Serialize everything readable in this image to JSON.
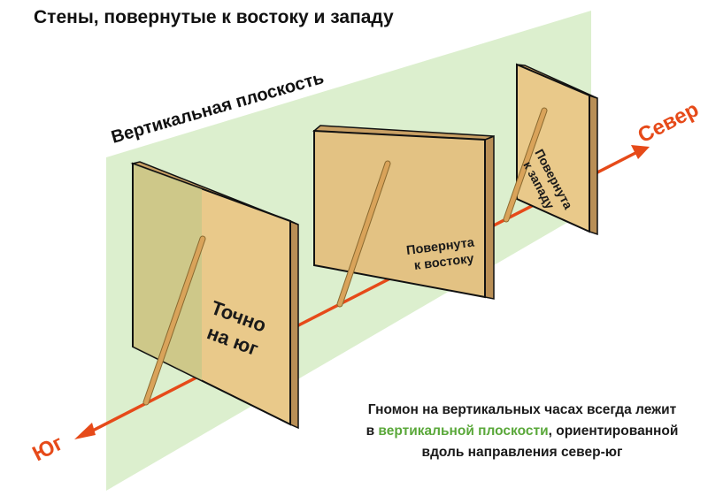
{
  "title": "Стены, повернутые к востоку и западу",
  "plane_label": "Вертикальная плоскость",
  "north_label": "Север",
  "south_label": "Юг",
  "wall_south": {
    "line1": "Точно",
    "line2": "на юг"
  },
  "wall_east": {
    "line1": "Повернута",
    "line2": "к востоку"
  },
  "wall_west": {
    "line1": "Повернута",
    "line2": "к западу"
  },
  "caption": {
    "line1": "Гномон на вертикальных часах всегда лежит",
    "line2_before": "в ",
    "line2_highlight": "вертикальной плоскости",
    "line2_after": ", ориентированной",
    "line3": "вдоль направления север-юг"
  },
  "colors": {
    "plane": "#d6ecc6",
    "wall_face": "#e9c98a",
    "wall_side": "#c9a064",
    "wall_tint": "#c9c888",
    "axis": "#e64a19",
    "gnomon": "#d9a35a",
    "highlight": "#5aa83a"
  }
}
